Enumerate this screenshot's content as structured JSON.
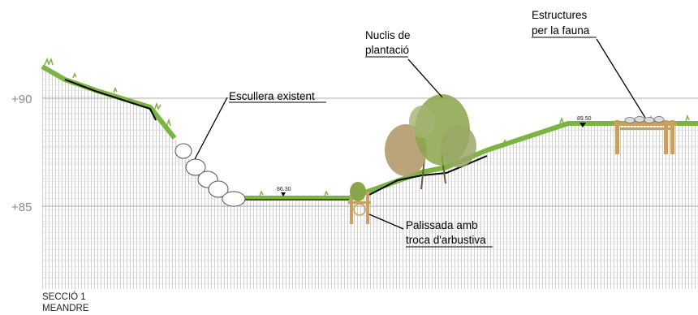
{
  "levels": {
    "upper": "+90",
    "lower": "+85"
  },
  "annotations": {
    "escullera": "Escullera existent",
    "nuclis_line1": "Nuclis de",
    "nuclis_line2": "plantació",
    "estructures_line1": "Estructures",
    "estructures_line2": "per la fauna",
    "palissada_line1": "Palissada amb",
    "palissada_line2": "troca d'arbustiva"
  },
  "elevation_marks": {
    "channel": "86.30",
    "terrace": "89.50"
  },
  "section": {
    "line1": "SECCIÓ 1",
    "line2": "MEANDRE"
  },
  "colors": {
    "grass": "#7cb342",
    "soil_hatch": "#c9c9c9",
    "guide_line": "#a8a8a8",
    "wood": "#c8a060",
    "tree_leaf": "#8aa44a",
    "tree_autumn": "#b59a6c"
  }
}
